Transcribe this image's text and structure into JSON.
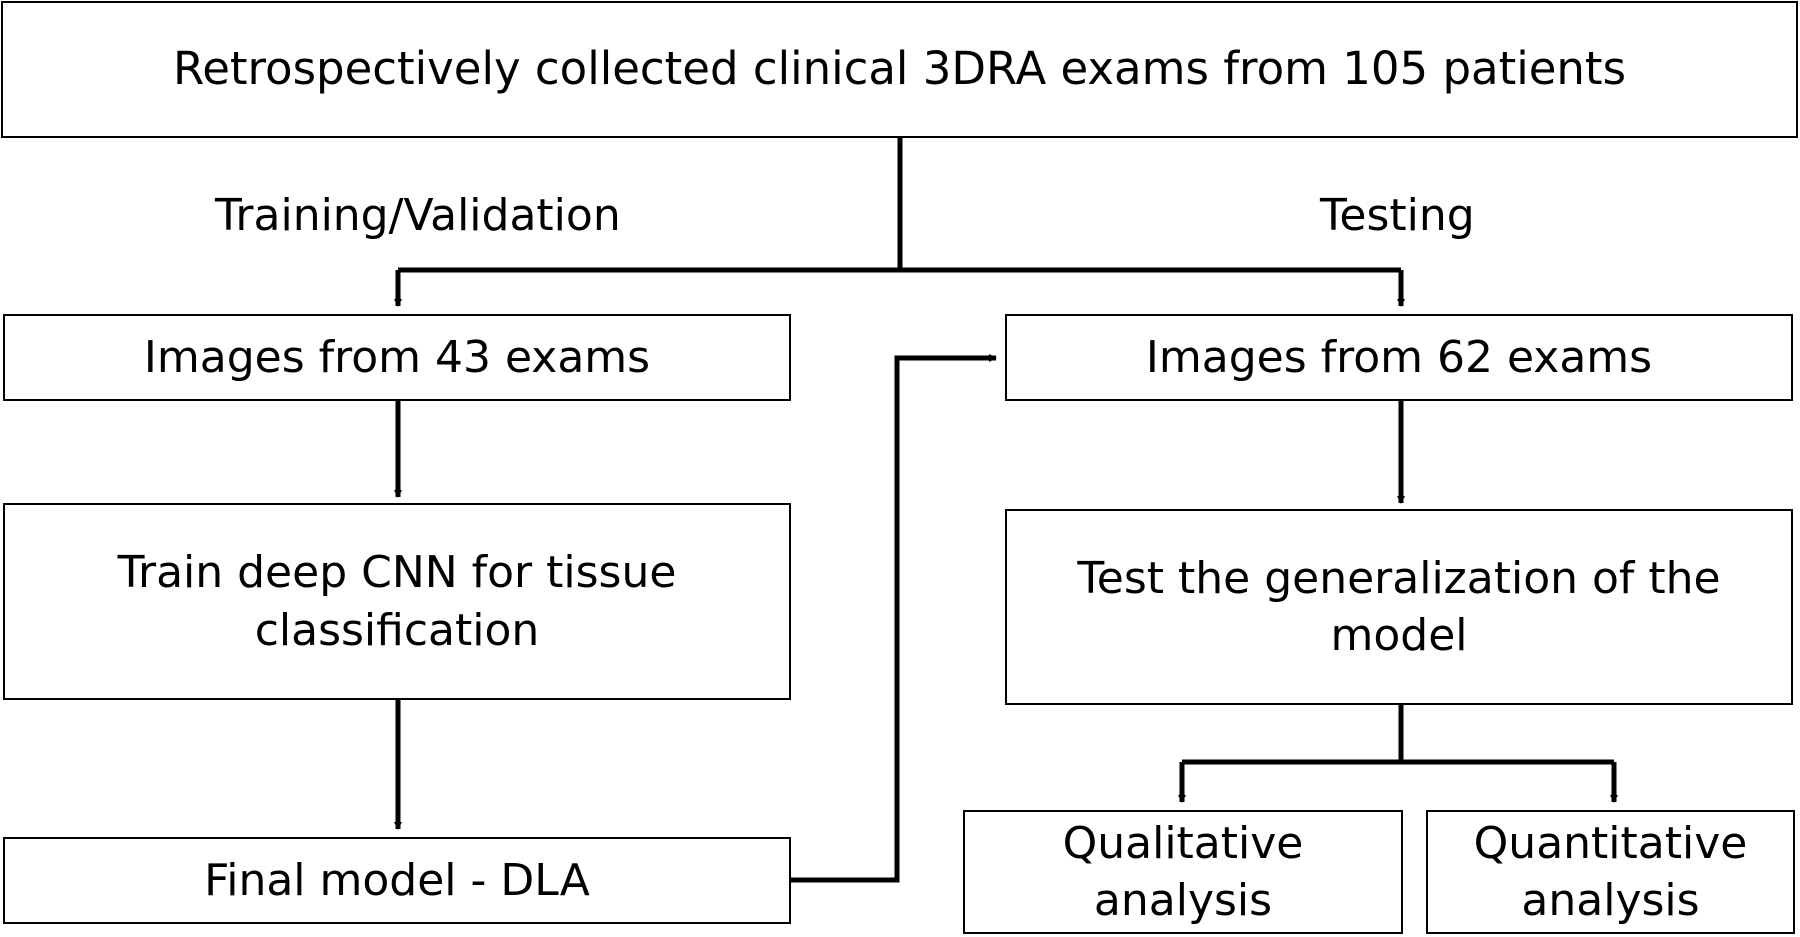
{
  "nodes": {
    "source": "Retrospectively collected clinical 3DRA exams from 105 patients",
    "train_images": "Images from 43 exams",
    "train_cnn": "Train deep CNN for tissue classification",
    "final_model": "Final model - DLA",
    "test_images": "Images from 62 exams",
    "test_generalization": "Test the generalization of the model",
    "qualitative": "Qualitative analysis",
    "quantitative": "Quantitative analysis"
  },
  "branch_labels": {
    "training": "Training/Validation",
    "testing": "Testing"
  }
}
